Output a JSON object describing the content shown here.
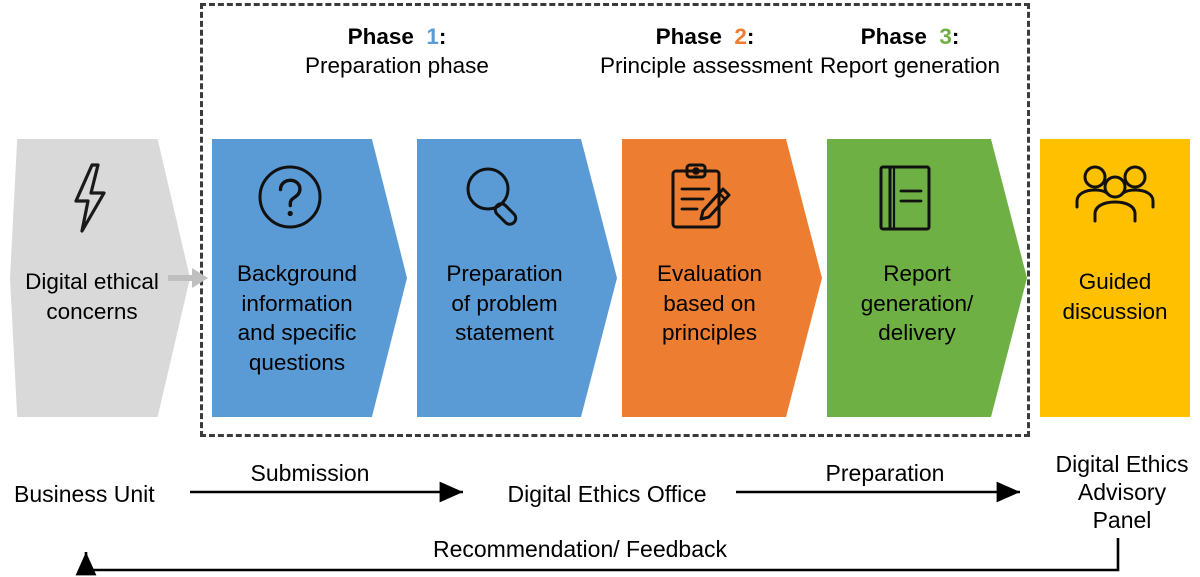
{
  "diagram": {
    "phases": [
      {
        "title": "Phase",
        "number": "1",
        "colon": ":",
        "subtitle": "Preparation\nphase",
        "color": "#5B9BD5"
      },
      {
        "title": "Phase",
        "number": "2",
        "colon": ":",
        "subtitle": "Principle\nassessment",
        "color": "#ED7D31"
      },
      {
        "title": "Phase",
        "number": "3",
        "colon": ":",
        "subtitle": "Report\ngeneration",
        "color": "#6FB044"
      }
    ],
    "steps": [
      {
        "id": "concerns",
        "label": "Digital ethical\nconcerns",
        "color": "#D9D9D9",
        "icon": "lightning-bolt-icon",
        "shape": "intake"
      },
      {
        "id": "background",
        "label": "Background\ninformation\nand specific\nquestions",
        "color": "#5B9BD5",
        "icon": "question-mark-circle-icon",
        "shape": "chevron"
      },
      {
        "id": "problem",
        "label": "Preparation\nof problem\nstatement",
        "color": "#5B9BD5",
        "icon": "magnifying-glass-icon",
        "shape": "chevron"
      },
      {
        "id": "evaluation",
        "label": "Evaluation\nbased on\nprinciples",
        "color": "#ED7D31",
        "icon": "clipboard-pencil-icon",
        "shape": "chevron"
      },
      {
        "id": "report",
        "label": "Report\ngeneration/\ndelivery",
        "color": "#6FB044",
        "icon": "book-report-icon",
        "shape": "chevron"
      },
      {
        "id": "discussion",
        "label": "Guided\ndiscussion",
        "color": "#FFC000",
        "icon": "people-group-icon",
        "shape": "rect"
      }
    ],
    "flow": {
      "actors": [
        {
          "id": "business-unit",
          "label": "Business Unit"
        },
        {
          "id": "ethics-office",
          "label": "Digital Ethics Office"
        },
        {
          "id": "advisory-panel",
          "label": "Digital Ethics\nAdvisory\nPanel"
        }
      ],
      "arrows": [
        {
          "id": "submission",
          "label": "Submission"
        },
        {
          "id": "preparation",
          "label": "Preparation"
        },
        {
          "id": "recommendation",
          "label": "Recommendation/ Feedback"
        }
      ]
    }
  }
}
